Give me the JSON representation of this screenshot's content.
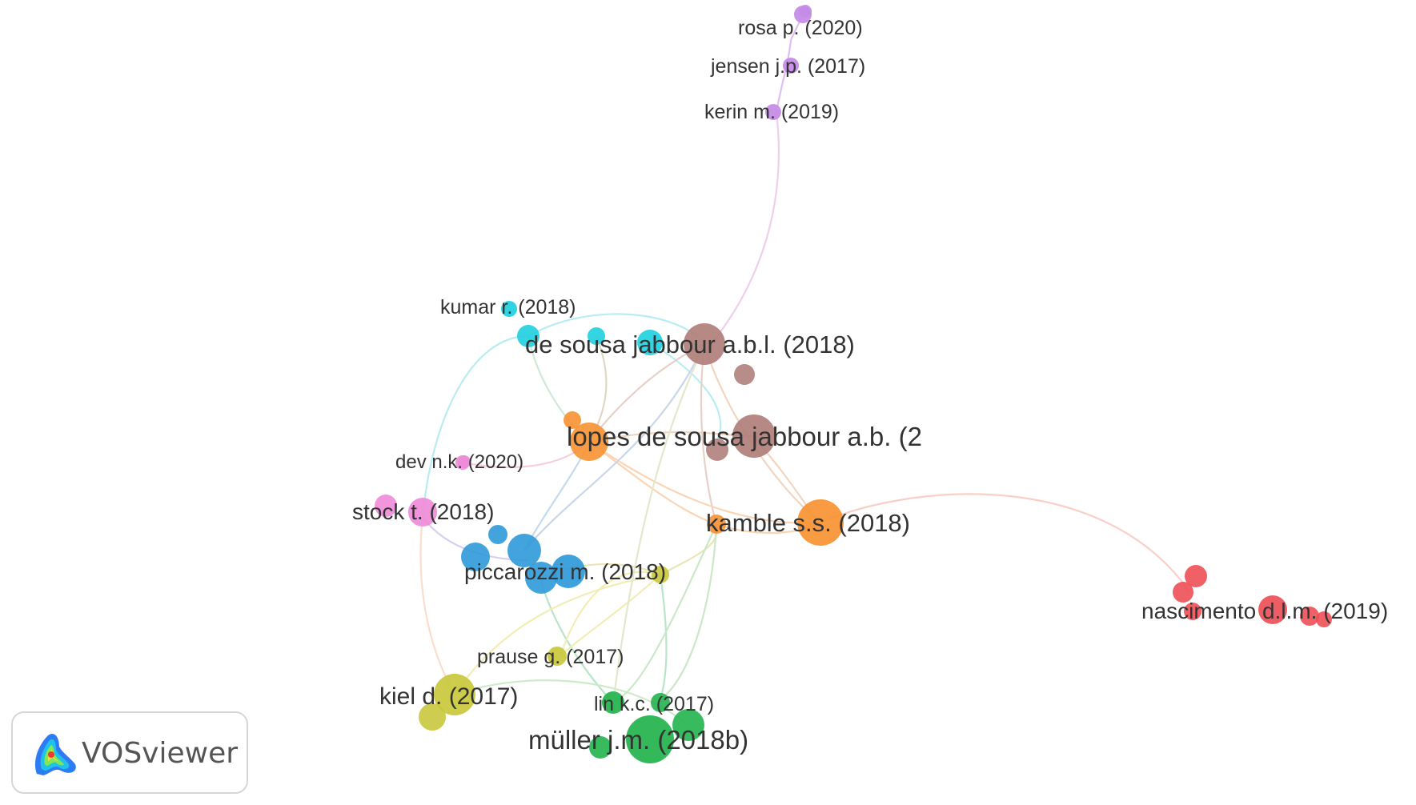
{
  "logo": {
    "text": "VOSviewer"
  },
  "colors": {
    "purple": "#c48be6",
    "cyan": "#1fcfdf",
    "brown": "#b07f7b",
    "orange": "#f79232",
    "pink": "#ef8bd9",
    "blue": "#2f9ad9",
    "olive": "#c9c83c",
    "green": "#22b34c",
    "red": "#ee4f57"
  },
  "nodes": [
    {
      "id": "rosa",
      "label": "rosa p. (2020)",
      "cluster": "purple",
      "weight": 1
    },
    {
      "id": "jensen",
      "label": "jensen j.p. (2017)",
      "cluster": "purple",
      "weight": 1
    },
    {
      "id": "kerin",
      "label": "kerin m. (2019)",
      "cluster": "purple",
      "weight": 1
    },
    {
      "id": "kumar",
      "label": "kumar r. (2018)",
      "cluster": "cyan",
      "weight": 1
    },
    {
      "id": "dsj",
      "label": "de sousa jabbour a.b.l. (2018)",
      "cluster": "brown",
      "weight": 3
    },
    {
      "id": "ldsj",
      "label": "lopes de sousa jabbour a.b. (2",
      "cluster": "brown",
      "weight": 3
    },
    {
      "id": "dev",
      "label": "dev n.k. (2020)",
      "cluster": "pink",
      "weight": 1
    },
    {
      "id": "stock",
      "label": "stock t. (2018)",
      "cluster": "pink",
      "weight": 2
    },
    {
      "id": "kamble",
      "label": "kamble s.s. (2018)",
      "cluster": "orange",
      "weight": 3
    },
    {
      "id": "piccarozzi",
      "label": "piccarozzi m. (2018)",
      "cluster": "blue",
      "weight": 2
    },
    {
      "id": "nascimento",
      "label": "nascimento d.l.m. (2019)",
      "cluster": "red",
      "weight": 2
    },
    {
      "id": "prause",
      "label": "prause g. (2017)",
      "cluster": "olive",
      "weight": 1
    },
    {
      "id": "kiel",
      "label": "kiel d. (2017)",
      "cluster": "olive",
      "weight": 3
    },
    {
      "id": "lin",
      "label": "lin k.c. (2017)",
      "cluster": "green",
      "weight": 1
    },
    {
      "id": "muller",
      "label": "müller j.m. (2018b)",
      "cluster": "green",
      "weight": 3
    }
  ]
}
